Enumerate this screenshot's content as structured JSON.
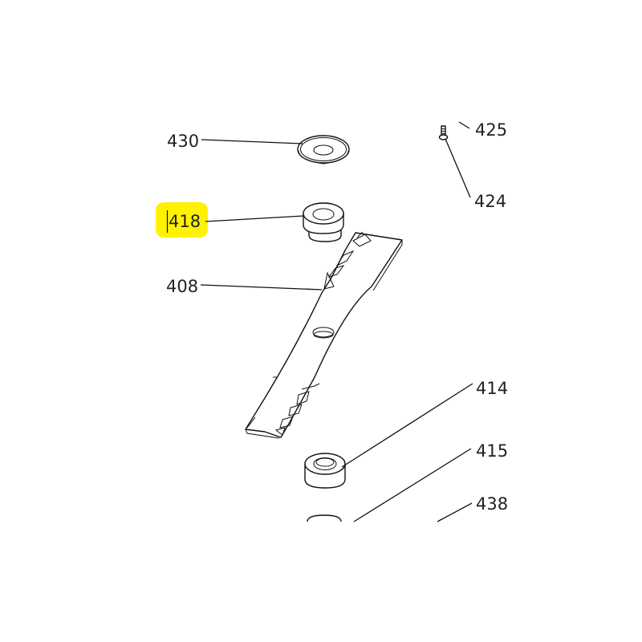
{
  "diagram": {
    "highlight_color": "#FFF200",
    "callouts": [
      {
        "id": "430",
        "label": "430"
      },
      {
        "id": "425",
        "label": "425"
      },
      {
        "id": "424",
        "label": "424"
      },
      {
        "id": "418",
        "label": "418",
        "highlighted": true
      },
      {
        "id": "408",
        "label": "408"
      },
      {
        "id": "414",
        "label": "414"
      },
      {
        "id": "415",
        "label": "415"
      },
      {
        "id": "438",
        "label": "438"
      }
    ],
    "parts": [
      {
        "callout": "430",
        "icon": "seal-ring-icon"
      },
      {
        "callout": "425",
        "icon": "bolt-icon"
      },
      {
        "callout": "418",
        "icon": "bushing-icon"
      },
      {
        "callout": "408",
        "icon": "mower-blade-icon"
      },
      {
        "callout": "414",
        "icon": "spacer-icon"
      },
      {
        "callout": "438",
        "icon": "washer-icon"
      }
    ]
  }
}
